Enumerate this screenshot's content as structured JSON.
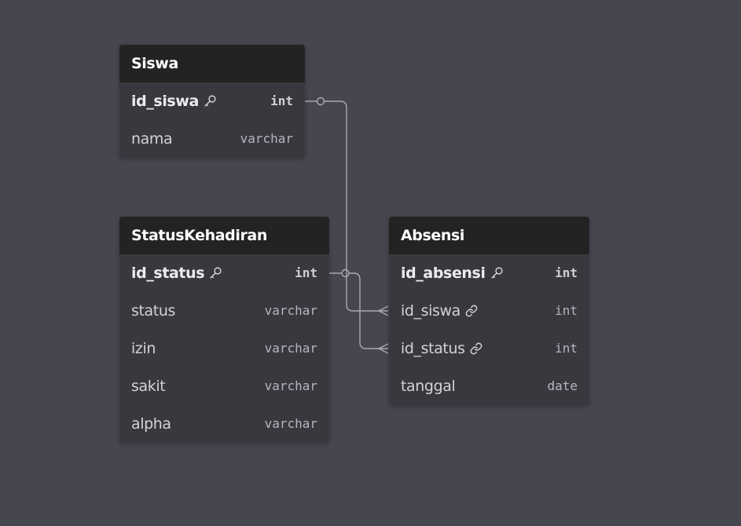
{
  "colors": {
    "background": "#46464f",
    "table_body": "#38383f",
    "table_header": "#232323",
    "connector": "#a9a9b1"
  },
  "tables": {
    "siswa": {
      "name": "Siswa",
      "columns": [
        {
          "name": "id_siswa",
          "type": "int",
          "icon": "key-icon"
        },
        {
          "name": "nama",
          "type": "varchar"
        }
      ]
    },
    "status_kehadiran": {
      "name": "StatusKehadiran",
      "columns": [
        {
          "name": "id_status",
          "type": "int",
          "icon": "key-icon"
        },
        {
          "name": "status",
          "type": "varchar"
        },
        {
          "name": "izin",
          "type": "varchar"
        },
        {
          "name": "sakit",
          "type": "varchar"
        },
        {
          "name": "alpha",
          "type": "varchar"
        }
      ]
    },
    "absensi": {
      "name": "Absensi",
      "columns": [
        {
          "name": "id_absensi",
          "type": "int",
          "icon": "key-icon"
        },
        {
          "name": "id_siswa",
          "type": "int",
          "icon": "link-icon"
        },
        {
          "name": "id_status",
          "type": "int",
          "icon": "link-icon"
        },
        {
          "name": "tanggal",
          "type": "date"
        }
      ]
    }
  },
  "relationships": [
    {
      "from": "Siswa.id_siswa",
      "to": "Absensi.id_siswa",
      "cardinality": "one-to-many"
    },
    {
      "from": "StatusKehadiran.id_status",
      "to": "Absensi.id_status",
      "cardinality": "one-to-many"
    }
  ]
}
